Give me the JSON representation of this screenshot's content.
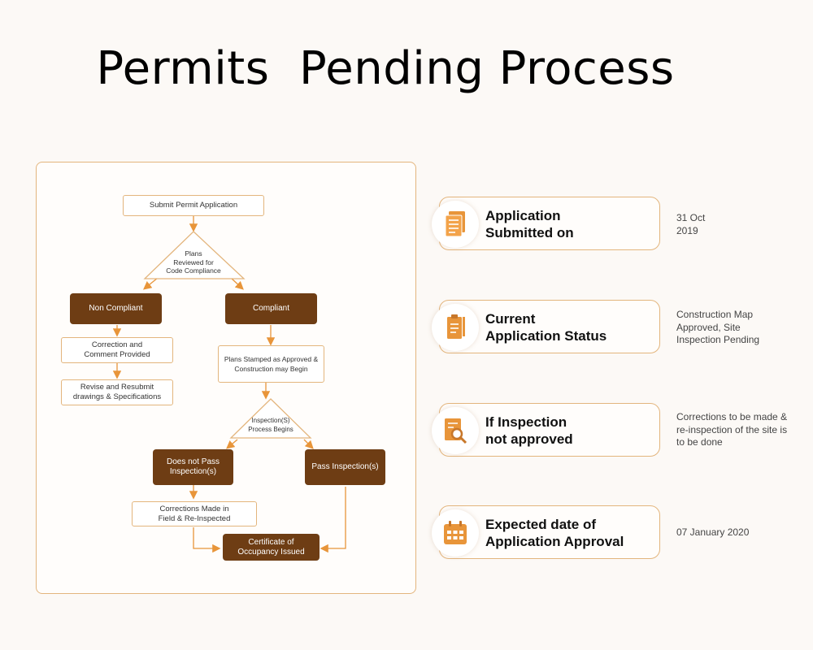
{
  "title": "Permits  Pending Process",
  "colors": {
    "accent": "#e3b57d",
    "dark": "#6e3d14",
    "icon": "#e8953a"
  },
  "flowchart": {
    "submit": "Submit Permit Application",
    "review": "Plans\nReviewed for\nCode Compliance",
    "non_compliant": "Non Compliant",
    "compliant": "Compliant",
    "correction": "Correction and\nComment Provided",
    "revise": "Revise and Resubmit\ndrawings & Specifications",
    "stamped": "Plans Stamped  as Approved &\nConstruction may Begin",
    "inspection": "Inspection(S)\nProcess Begins",
    "fail": "Does not Pass\nInspection(s)",
    "pass": "Pass Inspection(s)",
    "corrections_made": "Corrections Made in\nField & Re-Inspected",
    "certificate": "Certificate of\nOccupancy Issued"
  },
  "cards": [
    {
      "label": "Application\nSubmitted on",
      "value": "31 Oct\n2019",
      "icon": "document-icon"
    },
    {
      "label": "Current\nApplication  Status",
      "value": "Construction Map\nApproved, Site\nInspection Pending",
      "icon": "clipboard-icon"
    },
    {
      "label": "If Inspection\nnot approved",
      "value": "Corrections to be made &\nre-inspection of the site is\nto be done",
      "icon": "magnifier-document-icon"
    },
    {
      "label": "Expected date of\nApplication Approval",
      "value": "07 January 2020",
      "icon": "calendar-icon"
    }
  ]
}
